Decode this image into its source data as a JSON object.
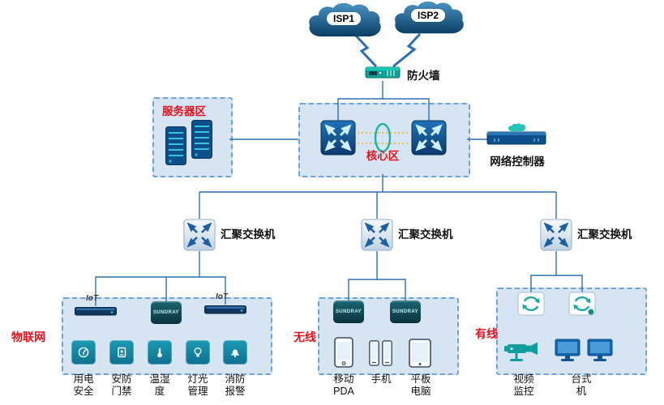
{
  "nodes": {
    "isp1": "ISP1",
    "isp2": "ISP2",
    "firewall": "防火墙",
    "controller": "网络控制器",
    "agg1": "汇聚交换机",
    "agg2": "汇聚交换机",
    "agg3": "汇聚交换机",
    "ap_brand": "SUNDRAY",
    "iot_gateway": "IoT"
  },
  "zones": {
    "server": {
      "label": "服务器区"
    },
    "core": {
      "label": "核心区"
    },
    "iot": {
      "label": "物联网",
      "devices": [
        "用电安全",
        "安防门禁",
        "温湿度",
        "灯光管理",
        "消防报警"
      ]
    },
    "wireless": {
      "label": "无线",
      "devices": [
        "移动PDA",
        "手机",
        "平板电脑"
      ]
    },
    "wired": {
      "label": "有线",
      "devices": [
        "视频监控",
        "台式机"
      ]
    }
  },
  "colors": {
    "accent_red": "#e8101c",
    "line_blue": "#2f6eb4",
    "teal": "#18a9a0",
    "node_blue": "#0d4f8b",
    "zone_fill": "#d7e5f3"
  }
}
